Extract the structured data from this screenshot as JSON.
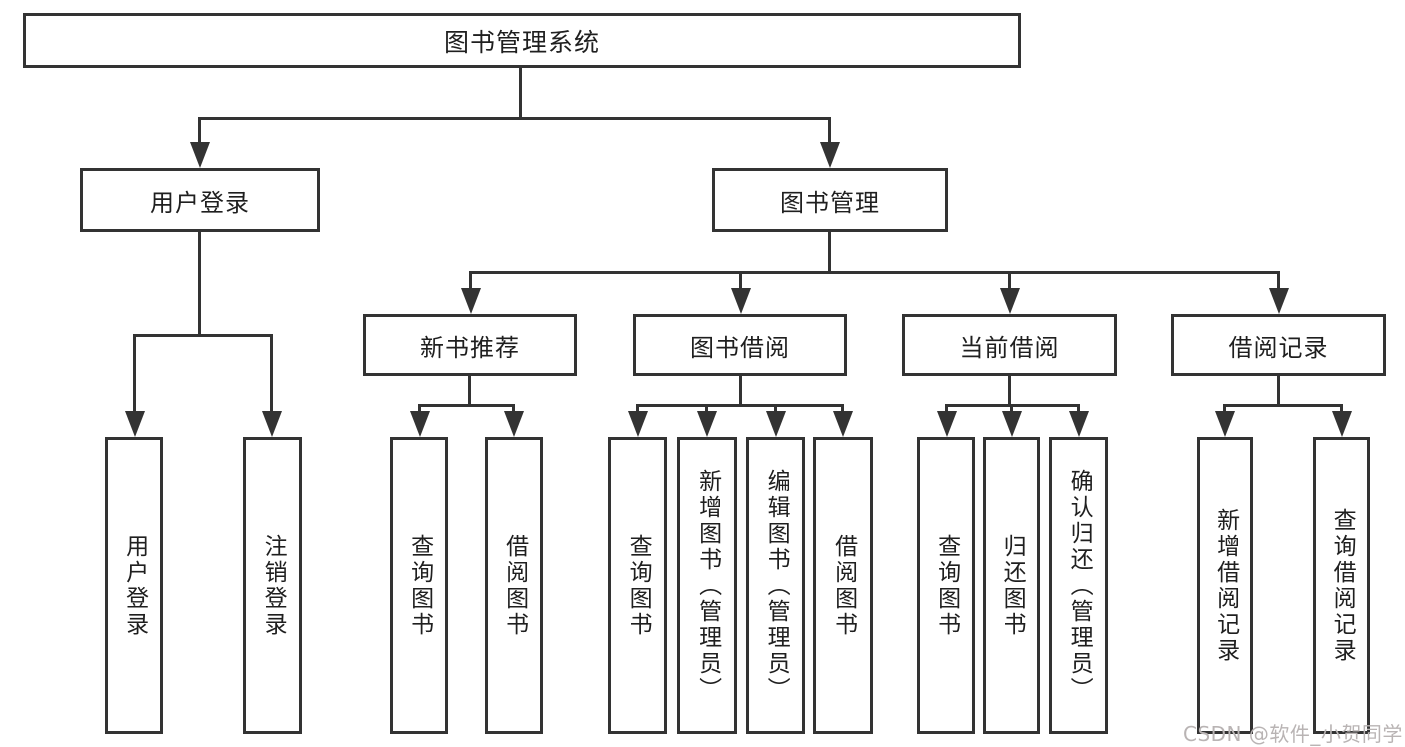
{
  "colors": {
    "line": "#333333",
    "text": "#1f1f1f",
    "watermark": "#b9b4b4",
    "background": "#ffffff"
  },
  "watermark": "CSDN @软件_小贺同学",
  "tree": {
    "root": "图书管理系统",
    "branches": [
      {
        "label": "用户登录",
        "children": [
          "用户登录",
          "注销登录"
        ]
      },
      {
        "label": "图书管理",
        "groups": [
          {
            "label": "新书推荐",
            "children": [
              "查询图书",
              "借阅图书"
            ]
          },
          {
            "label": "图书借阅",
            "children": [
              "查询图书",
              "新增图书（管理员）",
              "编辑图书（管理员）",
              "借阅图书"
            ]
          },
          {
            "label": "当前借阅",
            "children": [
              "查询图书",
              "归还图书",
              "确认归还（管理员）"
            ]
          },
          {
            "label": "借阅记录",
            "children": [
              "新增借阅记录",
              "查询借阅记录"
            ]
          }
        ]
      }
    ]
  }
}
